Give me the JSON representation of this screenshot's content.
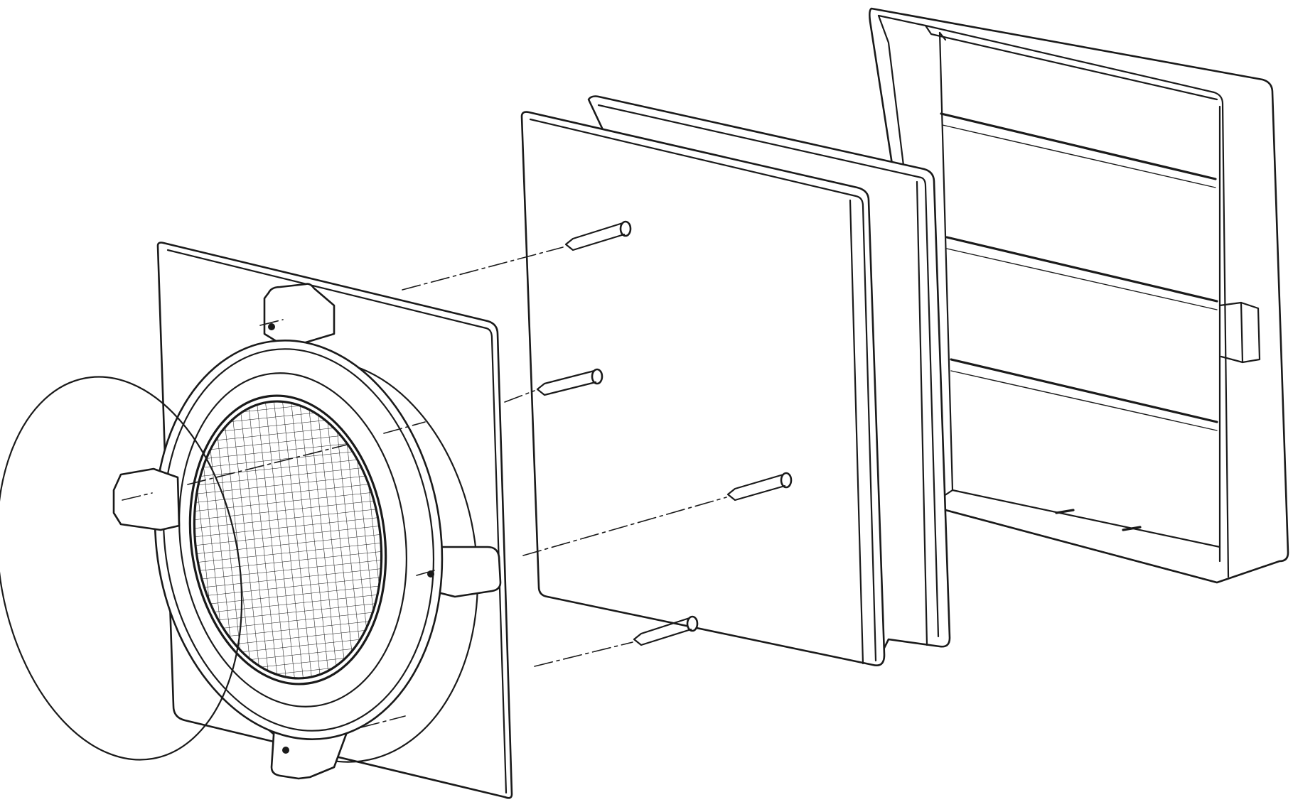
{
  "figure": {
    "kind": "exploded-assembly-line-drawing",
    "line_color": "#1a1a1a",
    "background_color": "#ffffff",
    "parts": [
      "wall-plate-with-spigot",
      "mesh-grille",
      "gasket-plate",
      "back-plate",
      "shutter-frame",
      "screws"
    ]
  }
}
